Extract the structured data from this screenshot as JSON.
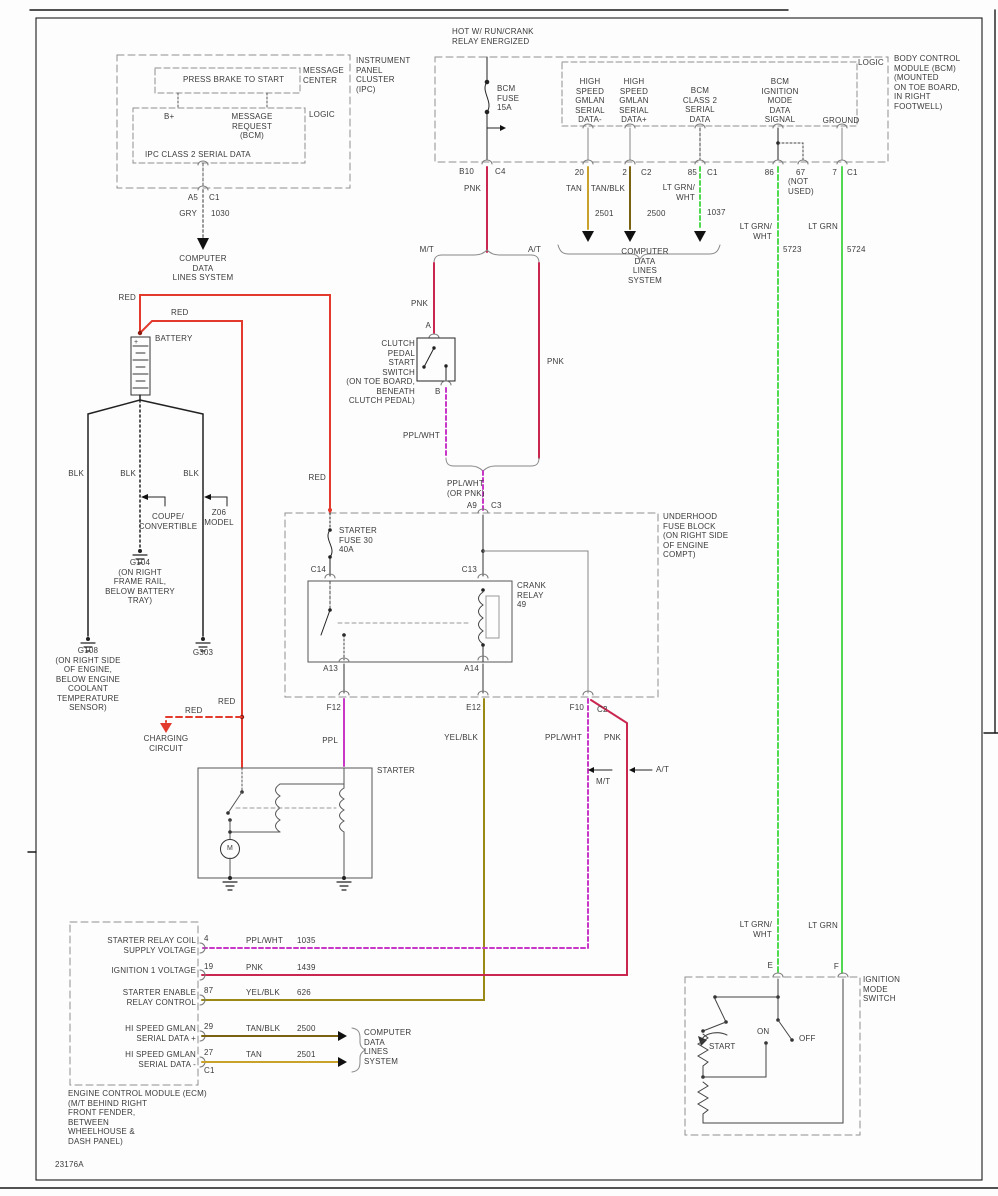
{
  "colors": {
    "red": "#e23b2e",
    "pnk": "#c92750",
    "ppl": "#c738c7",
    "yel-blk": "#9a8a15",
    "tan": "#c9a22b",
    "tan-blk": "#7a6210",
    "lt-grn": "#52d952",
    "gry": "#9a9a9a"
  },
  "frame": {
    "footer_code": "23176A"
  },
  "ipc": {
    "title": "INSTRUMENT\nPANEL\nCLUSTER\n(IPC)",
    "message_center": "MESSAGE\nCENTER",
    "press_brake": "PRESS BRAKE TO START",
    "logic": "LOGIC",
    "b_plus": "B+",
    "message_request": "MESSAGE\nREQUEST\n(BCM)",
    "class2": "IPC CLASS 2 SERIAL DATA",
    "pin_a5": "A5",
    "pin_c1": "C1",
    "wire_color": "GRY",
    "wire_num": "1030",
    "dest": "COMPUTER\nDATA\nLINES SYSTEM"
  },
  "bcm": {
    "hot_label": "HOT W/ RUN/CRANK\nRELAY ENERGIZED",
    "module": "BODY CONTROL\nMODULE (BCM)\n(MOUNTED\nON TOE BOARD,\nIN RIGHT\nFOOTWELL)",
    "logic": "LOGIC",
    "fuse": "BCM\nFUSE\n15A",
    "pin_b10": "B10",
    "pin_c4": "C4",
    "w_pnk": "PNK",
    "sig_gmlan_minus": "HIGH\nSPEED\nGMLAN\nSERIAL\nDATA-",
    "sig_gmlan_plus": "HIGH\nSPEED\nGMLAN\nSERIAL\nDATA+",
    "sig_class2": "BCM\nCLASS 2\nSERIAL\nDATA",
    "sig_ign_mode": "BCM\nIGNITION\nMODE\nDATA\nSIGNAL",
    "sig_ground": "GROUND",
    "pin_20": "20",
    "pin_2": "2",
    "pin_c2": "C2",
    "pin_85": "85",
    "pin_c1a": "C1",
    "pin_86": "86",
    "pin_67": "67",
    "not_used": "(NOT\nUSED)",
    "pin_7": "7",
    "pin_c1b": "C1",
    "w_tan": "TAN",
    "n2501": "2501",
    "w_tanblk": "TAN/BLK",
    "n2500": "2500",
    "w_ltgrnwht": "LT GRN/\nWHT",
    "n1037": "1037",
    "dest": "COMPUTER\nDATA\nLINES\nSYSTEM",
    "w_ltgrnwht2": "LT GRN/\nWHT",
    "n5723": "5723",
    "w_ltgrn": "LT GRN",
    "n5724": "5724"
  },
  "split": {
    "mt": "M/T",
    "at": "A/T",
    "w_pnk_mt": "PNK",
    "w_pnk_at": "PNK",
    "a": "A",
    "b": "B",
    "clutch": "CLUTCH\nPEDAL\nSTART\nSWITCH\n(ON TOE BOARD,\nBENEATH\nCLUTCH PEDAL)",
    "w_pplwht": "PPL/WHT",
    "merge": "PPL/WHT\n(OR PNK)"
  },
  "fuse_block": {
    "title": "UNDERHOOD\nFUSE BLOCK\n(ON RIGHT SIDE\nOF ENGINE\nCOMPT)",
    "pin_a9": "A9",
    "pin_c3": "C3",
    "w_red": "RED",
    "starter_fuse": "STARTER\nFUSE 30\n40A",
    "pin_c14": "C14",
    "pin_c13": "C13",
    "relay": "CRANK\nRELAY\n49",
    "pin_a13": "A13",
    "pin_a14": "A14",
    "pin_f12": "F12",
    "pin_e12": "E12",
    "pin_f10": "F10",
    "pin_c2": "C2"
  },
  "battery": {
    "label": "BATTERY",
    "plus": "+",
    "red_top": "RED",
    "red_diag": "RED",
    "blk1": "BLK",
    "blk2": "BLK",
    "blk3": "BLK",
    "coupe": "COUPE/\nCONVERTIBLE",
    "z06": "Z06\nMODEL",
    "g104": "G104\n(ON RIGHT\nFRAME RAIL,\nBELOW BATTERY\nTRAY)",
    "g108": "G108\n(ON RIGHT SIDE\nOF ENGINE,\nBELOW ENGINE\nCOOLANT\nTEMPERATURE\nSENSOR)",
    "g303": "G303",
    "red_v": "RED",
    "red_dash": "RED",
    "charging": "CHARGING\nCIRCUIT"
  },
  "starter": {
    "title": "STARTER",
    "motor": "M"
  },
  "below": {
    "w_ppl": "PPL",
    "w_yelblk": "YEL/BLK",
    "w_pplwht": "PPL/WHT",
    "w_pnk": "PNK",
    "mt": "M/T",
    "at": "A/T"
  },
  "ecm": {
    "rows": [
      {
        "name": "STARTER RELAY COIL\nSUPPLY VOLTAGE",
        "pin": "4",
        "color": "PPL/WHT",
        "circuit": "1035"
      },
      {
        "name": "IGNITION 1 VOLTAGE",
        "pin": "19",
        "color": "PNK",
        "circuit": "1439"
      },
      {
        "name": "STARTER ENABLE\nRELAY CONTROL",
        "pin": "87",
        "color": "YEL/BLK",
        "circuit": "626"
      },
      {
        "name": "HI SPEED GMLAN\nSERIAL DATA +",
        "pin": "29",
        "color": "TAN/BLK",
        "circuit": "2500"
      },
      {
        "name": "HI SPEED GMLAN\nSERIAL DATA -",
        "pin": "27",
        "color": "TAN",
        "circuit": "2501"
      }
    ],
    "pin_c1": "C1",
    "dest": "COMPUTER\nDATA\nLINES\nSYSTEM",
    "title": "ENGINE CONTROL MODULE (ECM)\n(M/T BEHIND RIGHT\nFRONT FENDER,\nBETWEEN\nWHEELHOUSE &\nDASH PANEL)"
  },
  "ign_switch": {
    "title": "IGNITION\nMODE\nSWITCH",
    "pin_e": "E",
    "pin_f": "F",
    "start": "START",
    "on": "ON",
    "off": "OFF",
    "w_ltgrnwht": "LT GRN/\nWHT",
    "w_ltgrn": "LT GRN"
  }
}
